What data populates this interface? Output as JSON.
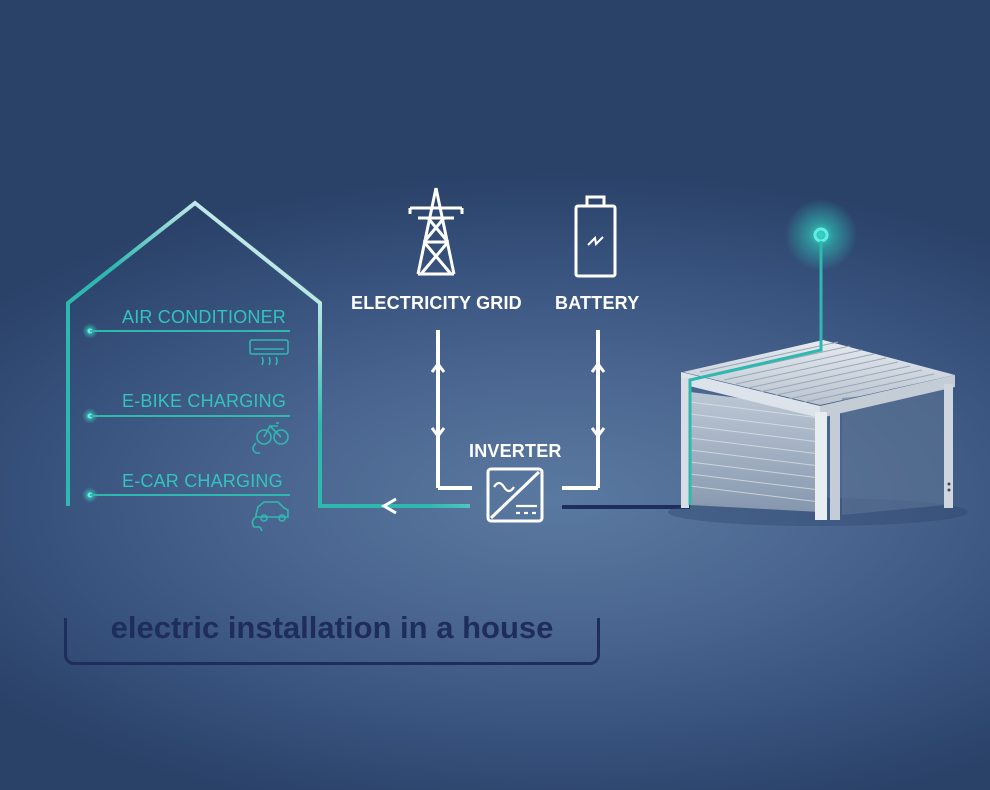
{
  "labels": {
    "electricity_grid": "ELECTRICITY GRID",
    "battery": "BATTERY",
    "inverter": "INVERTER"
  },
  "appliances": [
    {
      "label": "AIR CONDITIONER",
      "icon": "air-conditioner-icon"
    },
    {
      "label": "E-BIKE CHARGING",
      "icon": "bicycle-icon"
    },
    {
      "label": "E-CAR CHARGING",
      "icon": "car-icon"
    }
  ],
  "caption": "electric installation in a house",
  "colors": {
    "background": "#3f5a85",
    "line": "#ffffff",
    "accent": "#2fb8b0",
    "caption": "#1f2d5c",
    "ground_cable": "#1f2d5c"
  }
}
